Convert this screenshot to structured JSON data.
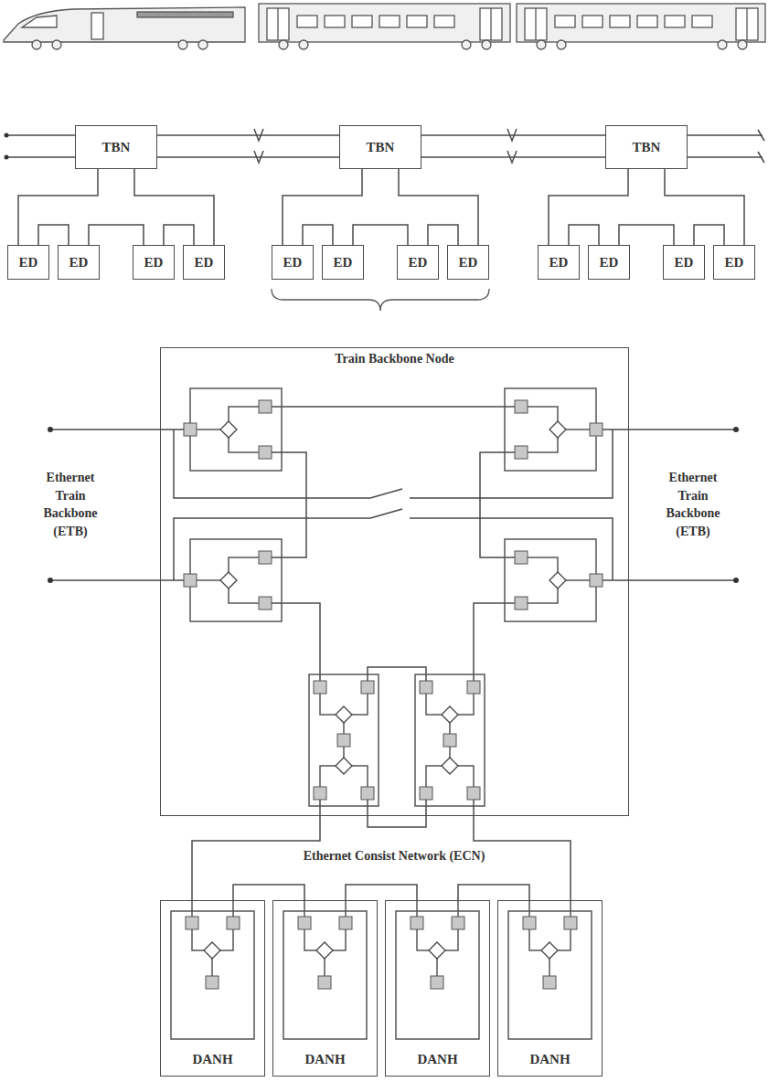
{
  "diagram": {
    "nodes": [
      {
        "text": [
          "TBN"
        ]
      },
      {
        "text": [
          "TBN"
        ]
      },
      {
        "text": [
          "TBN"
        ]
      },
      {
        "text": [
          "ED"
        ]
      },
      {
        "text": [
          "ED"
        ]
      },
      {
        "text": [
          "ED"
        ]
      },
      {
        "text": [
          "ED"
        ]
      },
      {
        "text": [
          "ED"
        ]
      },
      {
        "text": [
          "ED"
        ]
      },
      {
        "text": [
          "ED"
        ]
      },
      {
        "text": [
          "ED"
        ]
      },
      {
        "text": [
          "ED"
        ]
      },
      {
        "text": [
          "ED"
        ]
      },
      {
        "text": [
          "ED"
        ]
      },
      {
        "text": [
          "ED"
        ]
      },
      {
        "text": [
          "Train Backbone Node"
        ]
      },
      {
        "text": [
          "DANH"
        ]
      },
      {
        "text": [
          "DANH"
        ]
      },
      {
        "text": [
          "DANH"
        ]
      },
      {
        "text": [
          "DANH"
        ]
      }
    ],
    "edges": [
      {
        "from": 0,
        "to": 1,
        "arrow": "none"
      },
      {
        "from": 0,
        "to": 1,
        "arrow": "none"
      },
      {
        "from": 1,
        "to": 2,
        "arrow": "none"
      },
      {
        "from": 1,
        "to": 2,
        "arrow": "none"
      },
      {
        "from": 0,
        "to": 3,
        "arrow": "none"
      },
      {
        "from": 3,
        "to": 4,
        "arrow": "none"
      },
      {
        "from": 4,
        "to": 5,
        "arrow": "none"
      },
      {
        "from": 5,
        "to": 6,
        "arrow": "none"
      },
      {
        "from": 6,
        "to": 0,
        "arrow": "none"
      },
      {
        "from": 1,
        "to": 7,
        "arrow": "none"
      },
      {
        "from": 7,
        "to": 8,
        "arrow": "none"
      },
      {
        "from": 8,
        "to": 9,
        "arrow": "none"
      },
      {
        "from": 9,
        "to": 10,
        "arrow": "none"
      },
      {
        "from": 10,
        "to": 1,
        "arrow": "none"
      },
      {
        "from": 2,
        "to": 11,
        "arrow": "none"
      },
      {
        "from": 11,
        "to": 12,
        "arrow": "none"
      },
      {
        "from": 12,
        "to": 13,
        "arrow": "none"
      },
      {
        "from": 13,
        "to": 14,
        "arrow": "none"
      },
      {
        "from": 14,
        "to": 2,
        "arrow": "none"
      },
      {
        "from": 15,
        "to": 16,
        "arrow": "none"
      },
      {
        "from": 16,
        "to": 17,
        "arrow": "none"
      },
      {
        "from": 17,
        "to": 18,
        "arrow": "none"
      },
      {
        "from": 18,
        "to": 19,
        "arrow": "none"
      },
      {
        "from": 19,
        "to": 15,
        "arrow": "none"
      }
    ],
    "labels": [
      "Ethernet Train Backbone (ETB)",
      "Ethernet Train Backbone (ETB)",
      "Ethernet Consist Network (ECN)"
    ]
  }
}
